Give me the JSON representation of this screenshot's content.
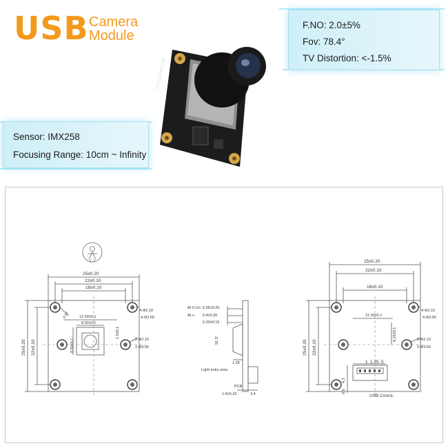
{
  "brand": {
    "main": "USB",
    "line1": "Camera",
    "line2": "Module"
  },
  "specs_top_right": [
    "F.NO: 2.0±5%",
    "Fov: 78.4°",
    "TV Distortion: <-1.5%"
  ],
  "specs_left": [
    "Sensor: IMX258",
    "Focusing Range: 10cm ~ Infinity"
  ],
  "colors": {
    "brand_orange": "#f39a1c",
    "panel_cyan": "#cdeef7",
    "pcb_black": "#1c1c1c",
    "gold_pad": "#d4a84b"
  },
  "board_silkscreen": "SF-YC258FR-V0",
  "front_view": {
    "dim_width_outer": "25±0.20",
    "dim_width_mid": "22±0.10",
    "dim_width_inner": "18±0.10",
    "dim_h_outer": "25±0.20",
    "dim_h_mid": "22±0.10",
    "dim_hole_spacing": "12.30±0.1",
    "dim_sensor_w": "8.50±0.1",
    "dim_sensor_h": "8.50±0.1",
    "dim_offset": "1.5±0.1",
    "dim_diag": "6.00",
    "hole_big_1": "4-Φ2.10",
    "hole_big_2": "4-Φ3.50",
    "hole_small_1": "2-Φ2.10",
    "hole_small_2": "2-Φ3.50"
  },
  "side_view": {
    "dim_01m_label": "At 0.1m",
    "dim_01m": "6.55±0.20",
    "dim_inf_label": "At ∞",
    "dim_inf": "6.4±0.20",
    "dim_base": "6.33±0.15",
    "angle": "91.5°",
    "small_dim": "1.28",
    "light_area": "Light entry area",
    "pcb_label": "PCB",
    "dim_pcb": "1.6±0.15",
    "dim_conn": "3.4"
  },
  "back_view": {
    "dim_width_outer": "25±0.20",
    "dim_width_mid": "22±0.10",
    "dim_width_inner": "18±0.10",
    "dim_h_outer": "25±0.20",
    "dim_h_mid": "22±0.10",
    "dim_hole_spacing": "12.30±0.1",
    "dim_offset": "6.15±0.1",
    "hole_big_1": "4-Φ2.10",
    "hole_big_2": "4-Φ3.50",
    "hole_small_1": "2-Φ2.10",
    "hole_small_2": "2-Φ3.50",
    "conn_pin1": "1",
    "conn_pitch": "1.25",
    "conn_pin5": "5",
    "dim_conn_h": "4.3",
    "dim_conn_b": "0.5",
    "conn_label": "USB Conn1."
  }
}
